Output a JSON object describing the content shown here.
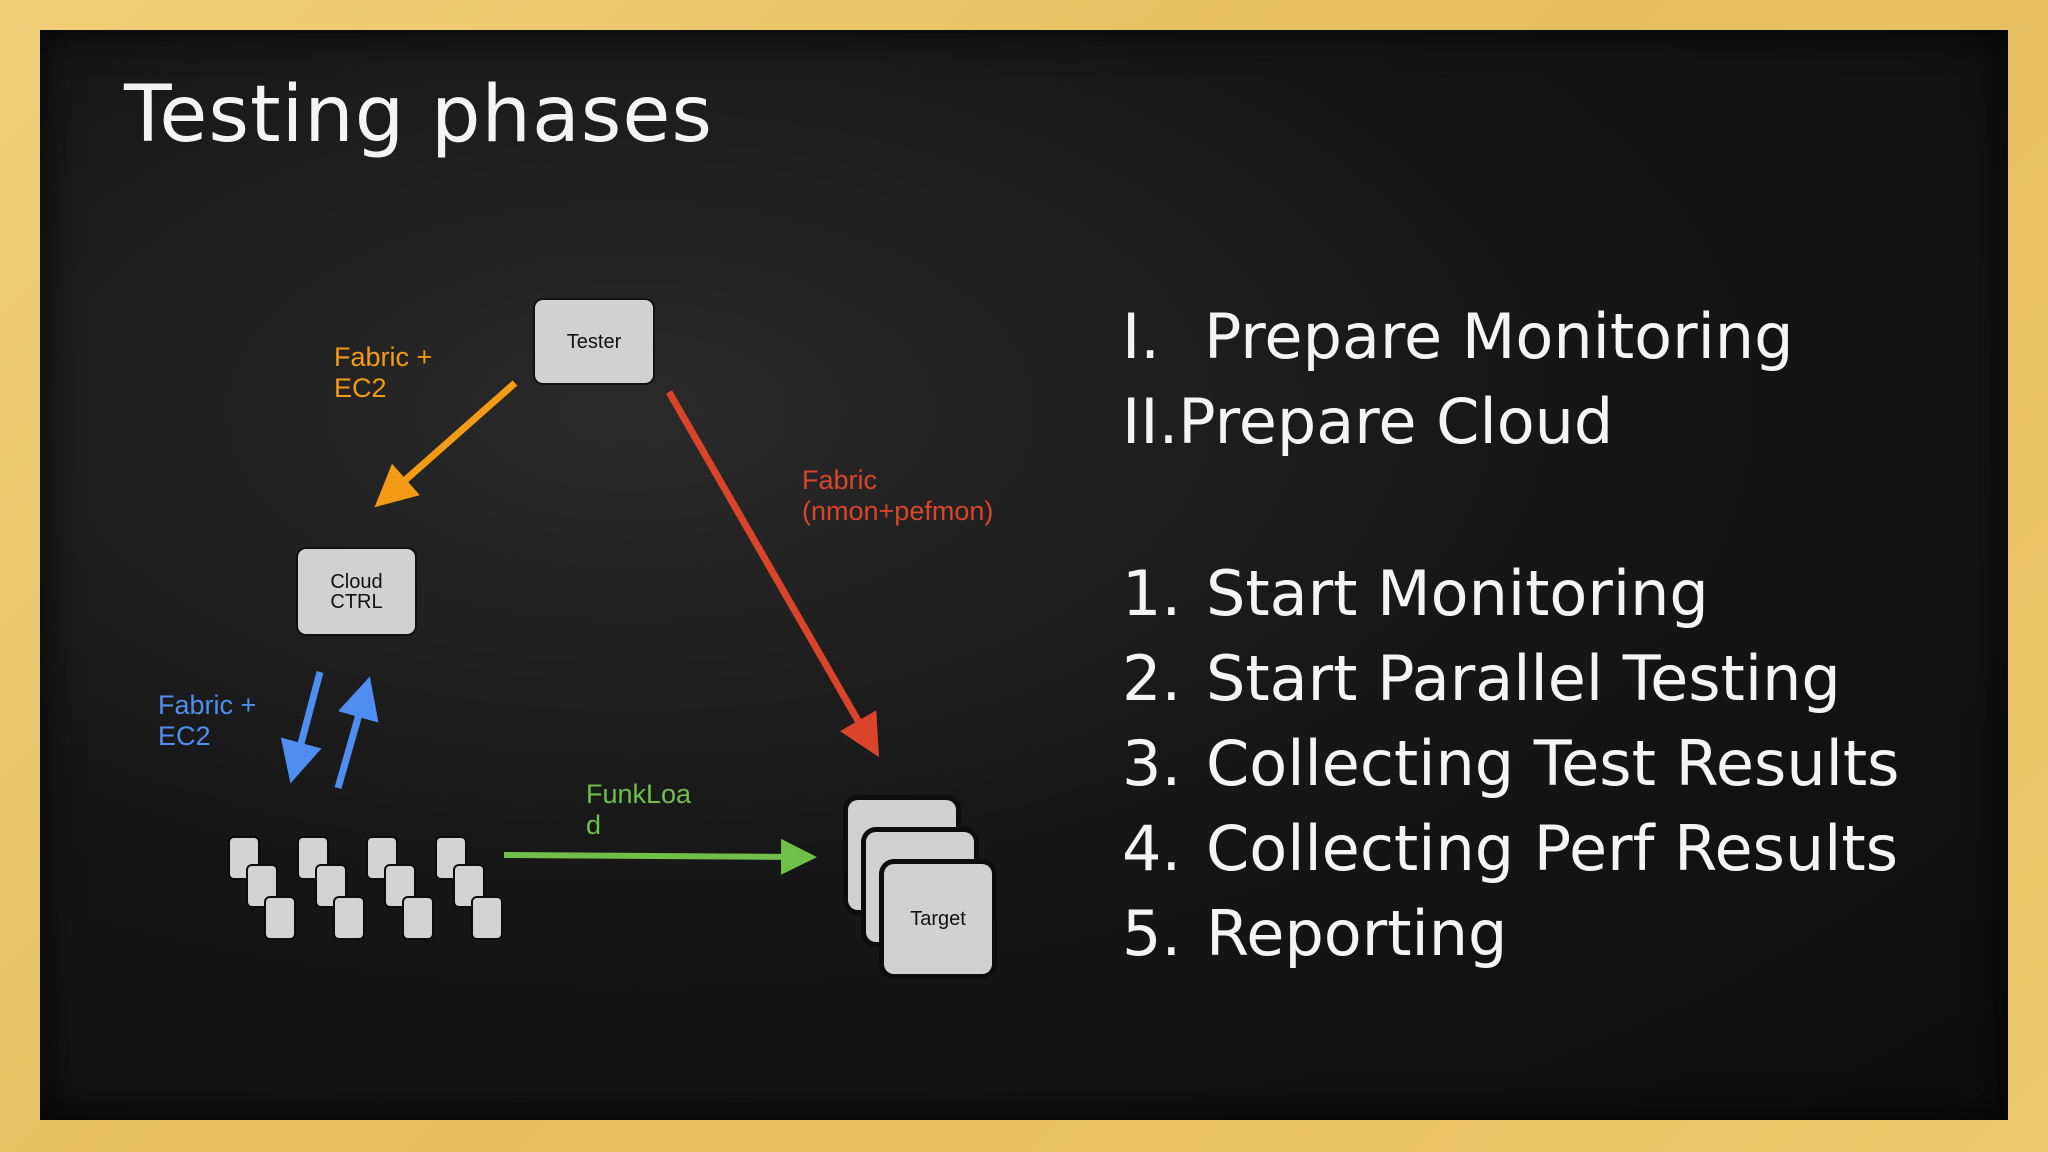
{
  "slide": {
    "title": "Testing phases",
    "colors": {
      "frame": "#e9c66d",
      "board": "#161616",
      "orange": "#f39a16",
      "red": "#d9442b",
      "blue": "#4f8ef0",
      "green": "#6fbf4a"
    }
  },
  "diagram": {
    "nodes": {
      "tester": "Tester",
      "cloud": "Cloud\nCTRL",
      "target": "Target"
    },
    "labels": {
      "orange": "Fabric +\nEC2",
      "red": "Fabric\n(nmon+pefmon)",
      "blue": "Fabric +\nEC2",
      "green": "FunkLoa\nd"
    }
  },
  "phases": [
    {
      "num": "I.",
      "text": "Prepare Monitoring"
    },
    {
      "num": "II.",
      "text": "Prepare Cloud"
    }
  ],
  "steps": [
    {
      "num": "1.",
      "text": "Start Monitoring"
    },
    {
      "num": "2.",
      "text": "Start Parallel Testing"
    },
    {
      "num": "3.",
      "text": "Collecting Test Results"
    },
    {
      "num": "4.",
      "text": "Collecting Perf Results"
    },
    {
      "num": "5.",
      "text": "Reporting"
    }
  ]
}
